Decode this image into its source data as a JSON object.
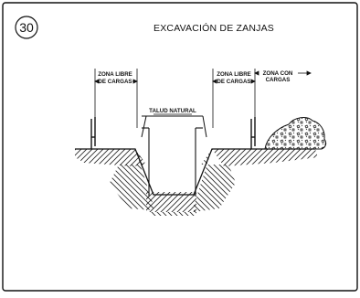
{
  "sheet": {
    "number": "30",
    "title": "EXCAVACIÓN DE ZANJAS"
  },
  "labels": {
    "left_free_zone_line1": "ZONA LIBRE",
    "left_free_zone_line2": "DE CARGAS",
    "natural_slope": "TALUD NATURAL",
    "right_free_zone_line1": "ZONA LIBRE",
    "right_free_zone_line2": "DE CARGAS",
    "load_zone_line1": "ZONA CON",
    "load_zone_line2": "CARGAS"
  }
}
